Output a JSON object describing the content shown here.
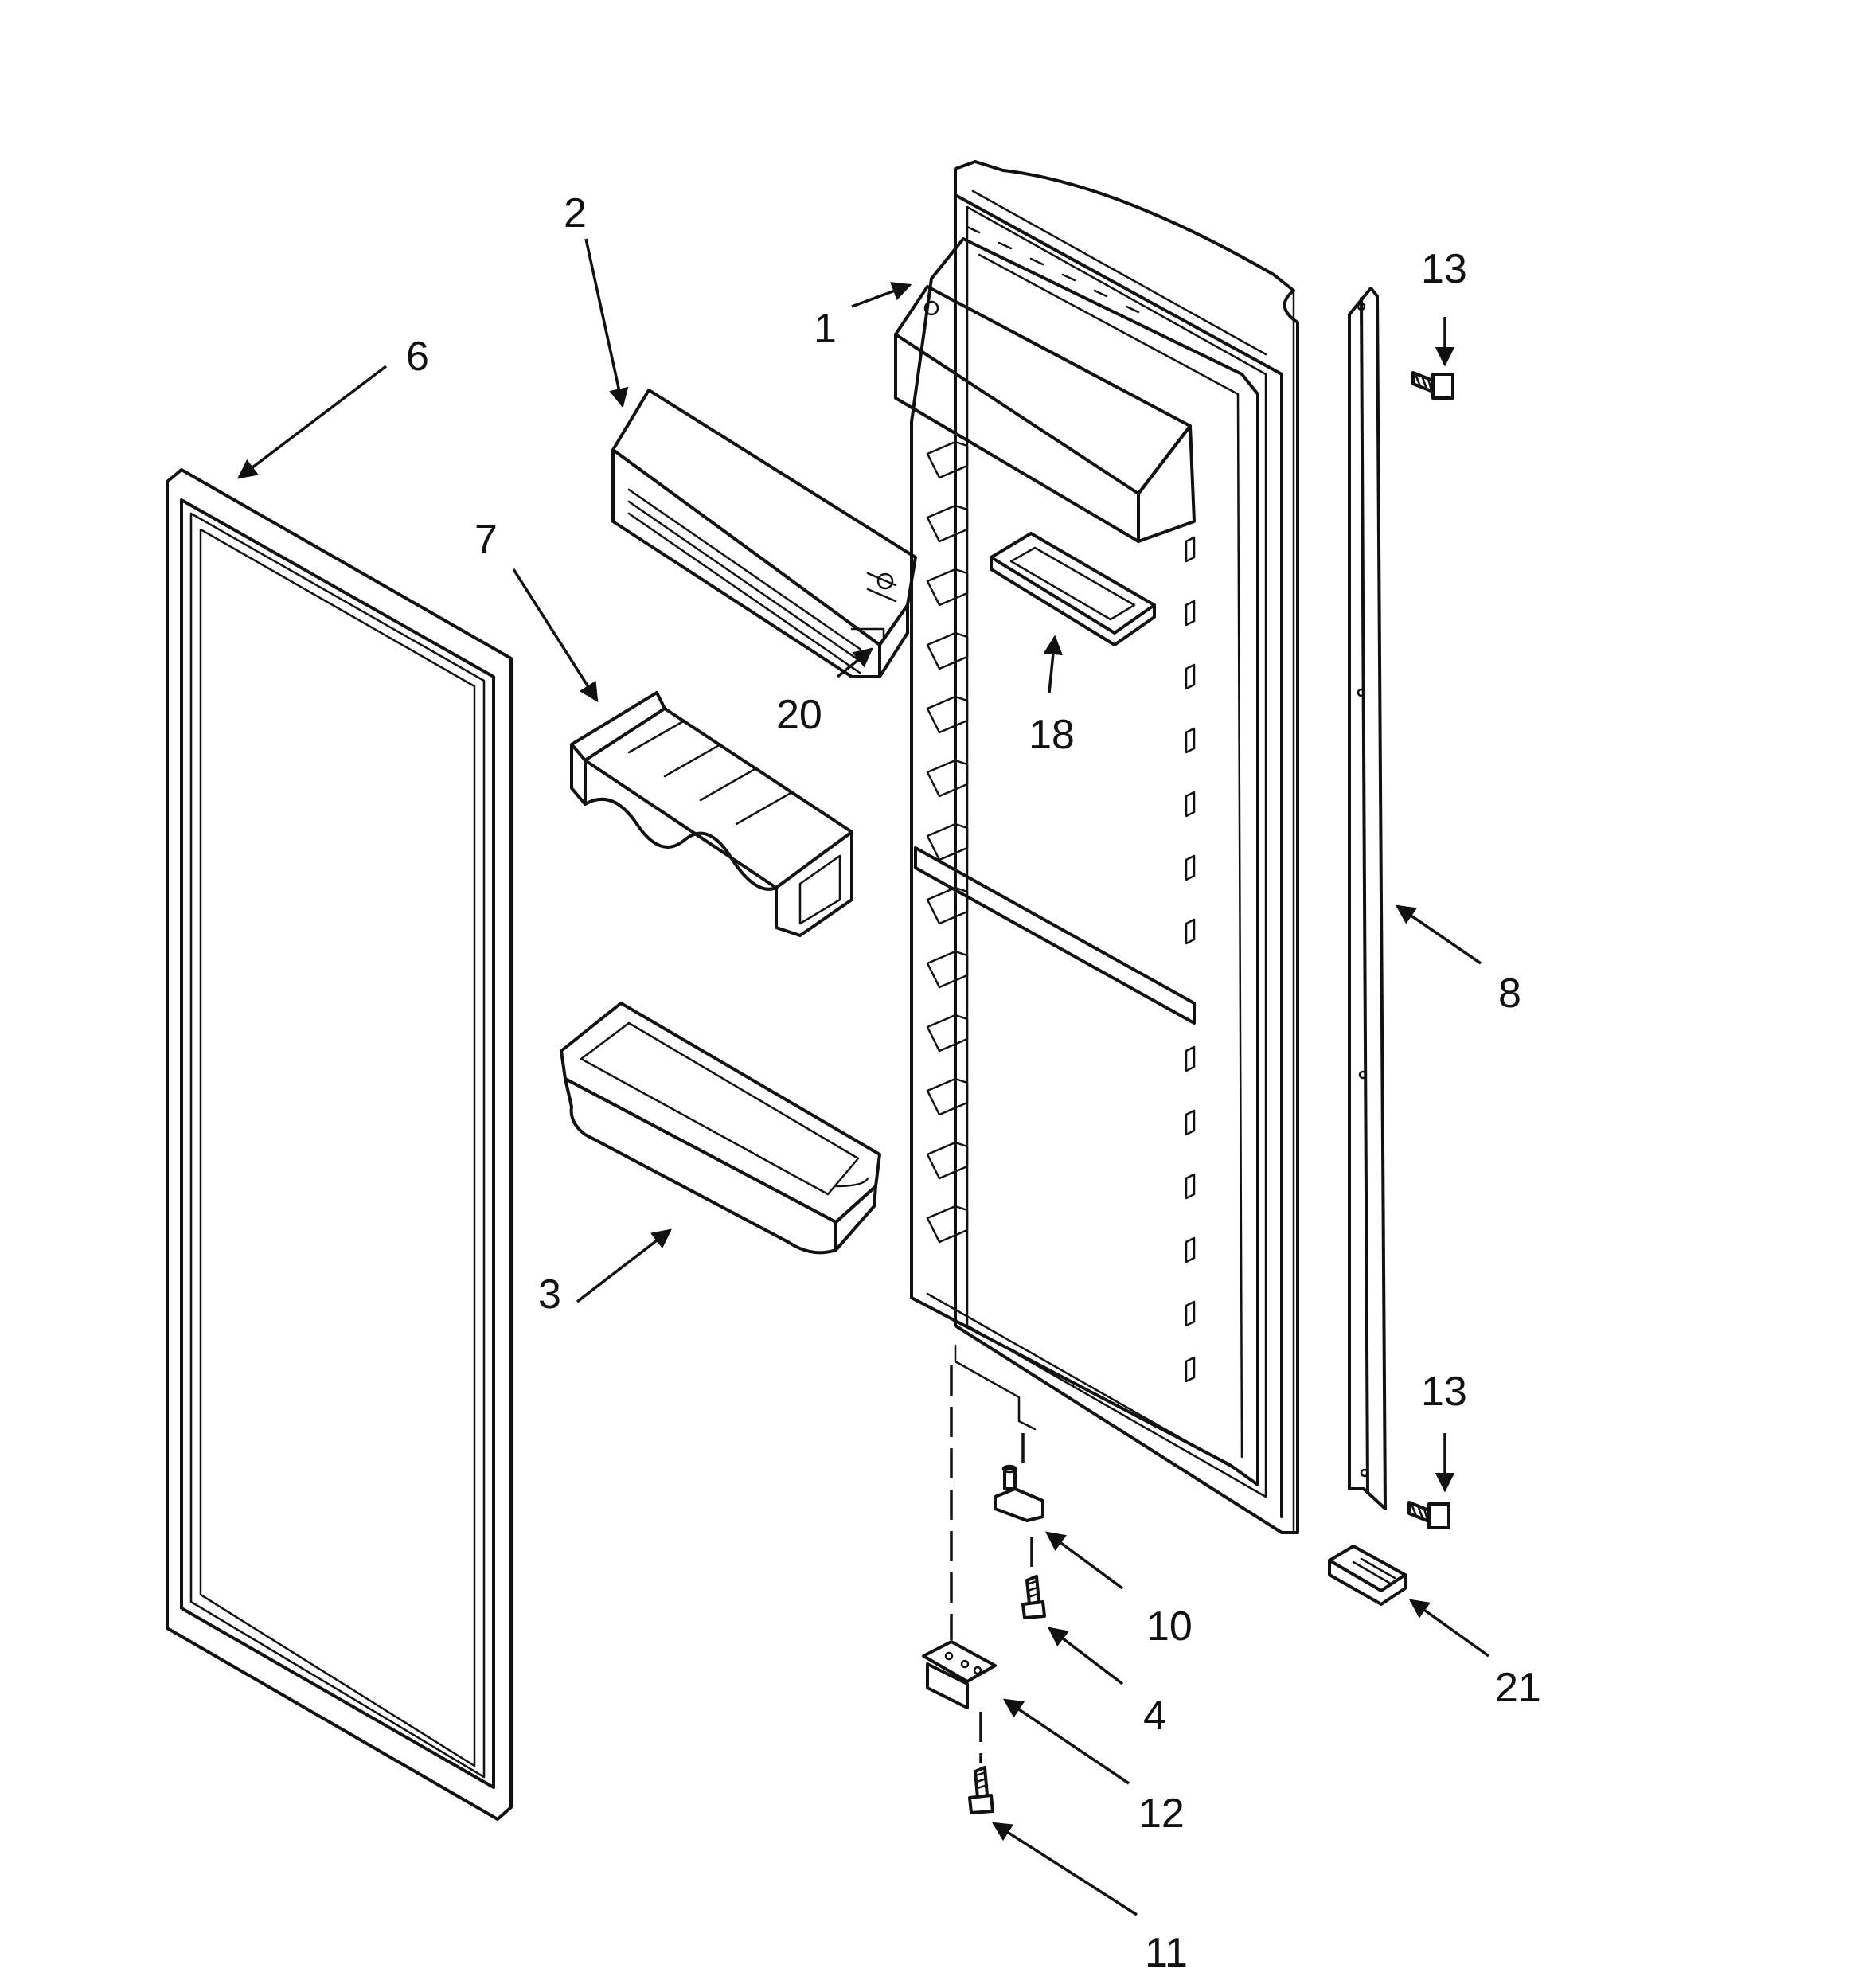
{
  "callouts": [
    {
      "id": "1",
      "text": "1"
    },
    {
      "id": "2",
      "text": "2"
    },
    {
      "id": "3",
      "text": "3"
    },
    {
      "id": "4",
      "text": "4"
    },
    {
      "id": "6",
      "text": "6"
    },
    {
      "id": "7",
      "text": "7"
    },
    {
      "id": "8",
      "text": "8"
    },
    {
      "id": "10",
      "text": "10"
    },
    {
      "id": "11",
      "text": "11"
    },
    {
      "id": "12",
      "text": "12"
    },
    {
      "id": "13a",
      "text": "13"
    },
    {
      "id": "13b",
      "text": "13"
    },
    {
      "id": "18",
      "text": "18"
    },
    {
      "id": "20",
      "text": "20"
    },
    {
      "id": "21",
      "text": "21"
    }
  ]
}
